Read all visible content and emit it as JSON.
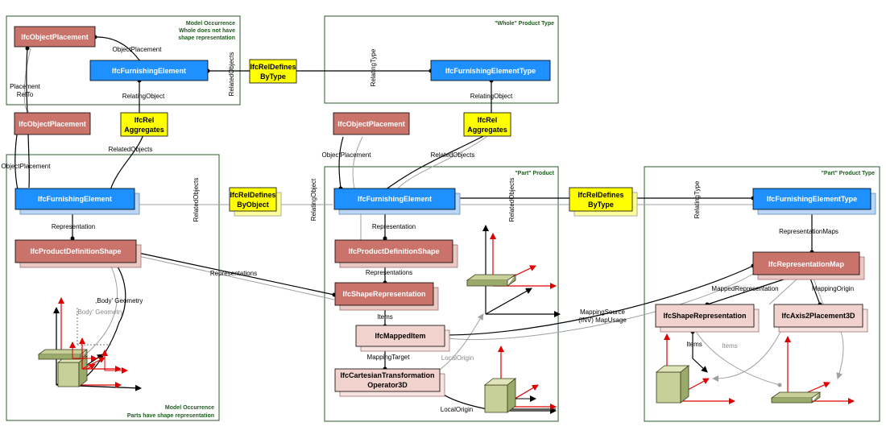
{
  "frames": {
    "model_occurrence_top": [
      "Model Occurrence",
      "Whole does not  have",
      "shape representation"
    ],
    "whole_product_type": "\"Whole\" Product Type",
    "model_occurrence_bottom": [
      "Model Occurrence",
      "Parts have  shape representation"
    ],
    "part_product": "\"Part\" Product",
    "part_product_type": "\"Part\" Product Type"
  },
  "boxes": {
    "object_placement": "IfcObjectPlacement",
    "furnishing_element": "IfcFurnishingElement",
    "furnishing_element_type": "IfcFurnishingElementType",
    "rel_defines_by_type": [
      "IfcRelDefines",
      "ByType"
    ],
    "rel_defines_by_object": [
      "IfcRelDefines",
      "ByObject"
    ],
    "rel_aggregates": [
      "IfcRel",
      "Aggregates"
    ],
    "product_definition_shape": "IfcProductDefinitionShape",
    "shape_representation": "IfcShapeRepresentation",
    "mapped_item": "IfcMappedItem",
    "cartesian_transformation": [
      "IfcCartesianTransformation",
      "Operator3D"
    ],
    "representation_map": "IfcRepresentationMap",
    "axis2_placement_3d": "IfcAxis2Placement3D"
  },
  "labels": {
    "object_placement": "ObjectPlacement",
    "placement_rel_to": [
      "Placement",
      "RelTo"
    ],
    "related_objects": "RelatedObjects",
    "relating_type": "RelatingType",
    "relating_object": "RelatingObject",
    "representation": "Representation",
    "representations": "Representations",
    "body_geometry": "‚Body' Geometry",
    "body_geometry_gray": "‚Body' Geometry",
    "items": "Items",
    "mapping_target": "MappingTarget",
    "local_origin": "LocalOrigin",
    "mapping_source": [
      "MappingSource",
      "(INV) MapUsage"
    ],
    "representation_maps": "RepresentationMaps",
    "mapped_representation": "MappedRepresentation",
    "mapping_origin": "MappingOrigin"
  },
  "colors": {
    "frame_border": "#2e5a2e",
    "frame_title": "#1f5a1f",
    "blue": "#1e90ff",
    "blue_shadow": "#b8d6f5",
    "red": "#c9736a",
    "red_shadow": "#eac9c5",
    "pink": "#f2d2cc",
    "yellow": "#ffff00",
    "line": "#000000",
    "gray_line": "#a0a0a0",
    "axis_red": "#e00000",
    "solid_green": "#9aaa6a"
  }
}
